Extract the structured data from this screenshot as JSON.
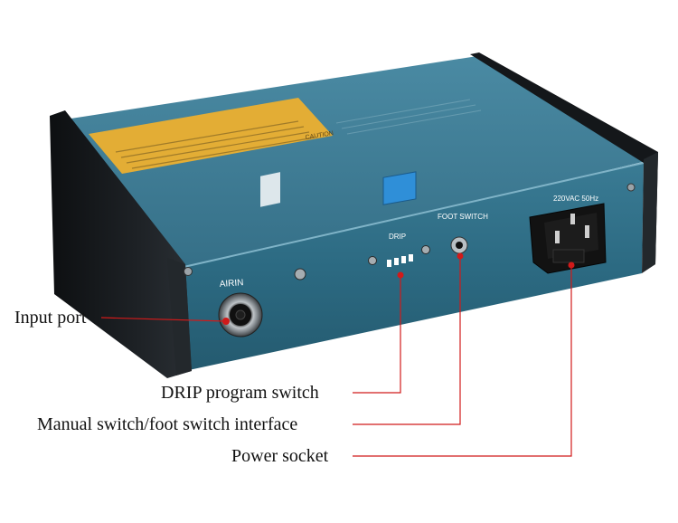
{
  "device": {
    "panel_labels": {
      "air_in": "AIRIN",
      "drip": "DRIP",
      "foot_switch": "FOOT SWITCH",
      "power_rating": "220VAC 50Hz"
    },
    "warning_label_heading": "CAUTION"
  },
  "callouts": [
    {
      "id": "input-port",
      "text": "Input port"
    },
    {
      "id": "drip-switch",
      "text": "DRIP program switch"
    },
    {
      "id": "foot-switch",
      "text": "Manual switch/foot switch interface"
    },
    {
      "id": "power-socket",
      "text": "Power socket"
    }
  ],
  "colors": {
    "body_top": "#3d7890",
    "body_front": "#2f6d86",
    "end_cap": "#16191c",
    "warning_label": "#e3ad35",
    "leader_line": "#d11a1a",
    "callout_text": "#111111"
  }
}
